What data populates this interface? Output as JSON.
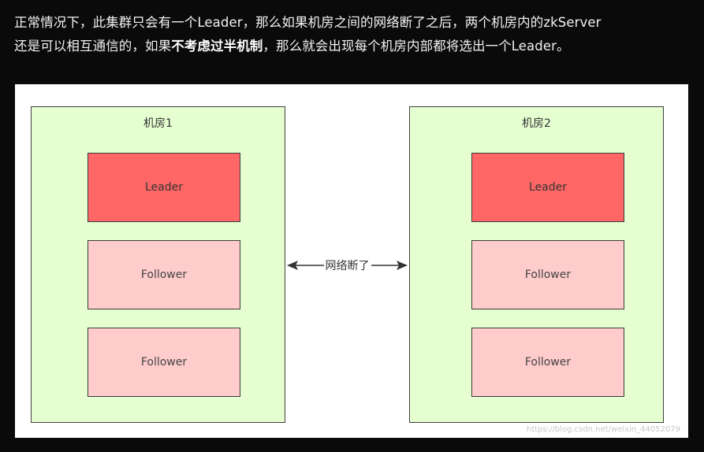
{
  "paragraph": {
    "line1": "正常情况下，此集群只会有一个Leader，那么如果机房之间的网络断了之后，两个机房内的zkServer",
    "line2_before": "还是可以相互通信的，如果",
    "line2_bold": "不考虑过半机制",
    "line2_after": "，那么就会出现每个机房内部都将选出一个Leader。"
  },
  "diagram": {
    "rooms": [
      {
        "label": "机房1",
        "nodes": [
          "Leader",
          "Follower",
          "Follower"
        ]
      },
      {
        "label": "机房2",
        "nodes": [
          "Leader",
          "Follower",
          "Follower"
        ]
      }
    ],
    "link_label": "网络断了",
    "watermark": "https://blog.csdn.net/weixin_44052079"
  },
  "colors": {
    "room_fill": "#e5ffd1",
    "leader_fill": "#ff6666",
    "follower_fill": "#ffcccc",
    "page_background": "#0a0a0a"
  }
}
